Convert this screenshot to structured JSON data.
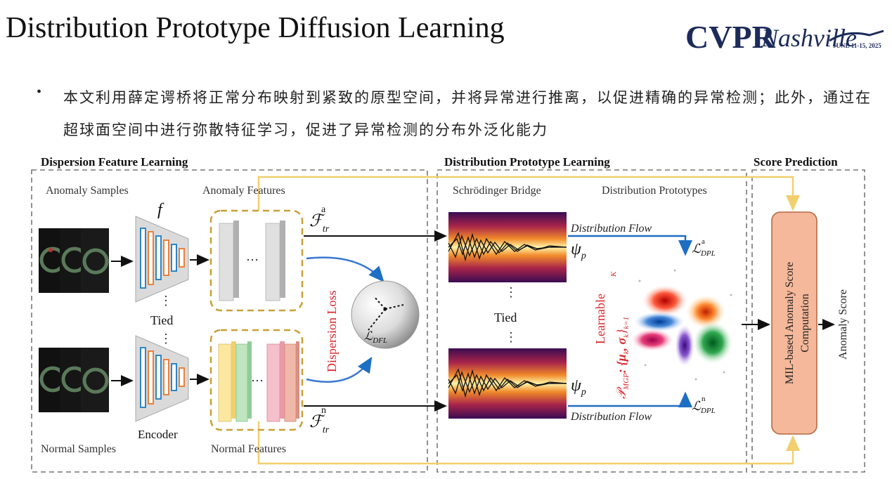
{
  "slide": {
    "title": "Distribution Prototype Diffusion Learning",
    "bullet_text": "本文利用薛定谔桥将正常分布映射到紧致的原型空间，并将异常进行推离，以促进精确的异常检测；此外，通过在超球面空间中进行弥散特征学习，促进了异常检测的分布外泛化能力"
  },
  "logo": {
    "text": "CVPR",
    "script": "Nashville",
    "dates": "JUNE 11-15, 2025"
  },
  "diagram": {
    "sections": {
      "dfl": "Dispersion Feature Learning",
      "dpl": "Distribution Prototype Learning",
      "score": "Score Prediction"
    },
    "labels": {
      "anomaly_samples": "Anomaly Samples",
      "normal_samples": "Normal Samples",
      "anomaly_features": "Anomaly Features",
      "normal_features": "Normal Features",
      "encoder_symbol": "f",
      "encoder": "Encoder",
      "tied_left": "Tied",
      "tied_mid": "Tied",
      "dots": "···",
      "vdots": "⋮",
      "dispersion_loss": "Dispersion Loss",
      "l_dfl": "ℒ",
      "l_dfl_sub": "DFL",
      "f_tr_a": "ℱ",
      "f_tr_a_sub": "tr",
      "f_tr_a_sup": "a",
      "f_tr_n": "ℱ",
      "f_tr_n_sub": "tr",
      "f_tr_n_sup": "n",
      "schrodinger_bridge": "Schrödinger Bridge",
      "distribution_prototypes": "Distribution Prototypes",
      "psi_p": "ψ",
      "psi_sub": "p",
      "distribution_flow_top": "Distribution Flow",
      "distribution_flow_bottom": "Distribution Flow",
      "l_dpl": "ℒ",
      "l_dpl_sub": "DPL",
      "l_dpl_a_sup": "a",
      "l_dpl_n_sup": "n",
      "learnable": "Learnable",
      "mgp": "𝒫",
      "mgp_sub": "MGP",
      "mgp_set": ": {μ",
      "mgp_set_k": "k",
      "mgp_set_comma": ", σ",
      "mgp_set_close": "}",
      "mgp_limits_top": "K",
      "mgp_limits_bottom": "k=1",
      "mil_line1": "MIL-based Anomaly Score",
      "mil_line2": "Computation",
      "anomaly_score": "Anomaly Score"
    }
  },
  "colors": {
    "section_border": "#777777",
    "feature_box_border": "#c8a035",
    "yellow_line": "#f2cf6e",
    "flow_arrow": "#1e6fc4",
    "mil_box": "#f5b89a",
    "mil_border": "#b36a45",
    "red_text": "#d9262b"
  }
}
